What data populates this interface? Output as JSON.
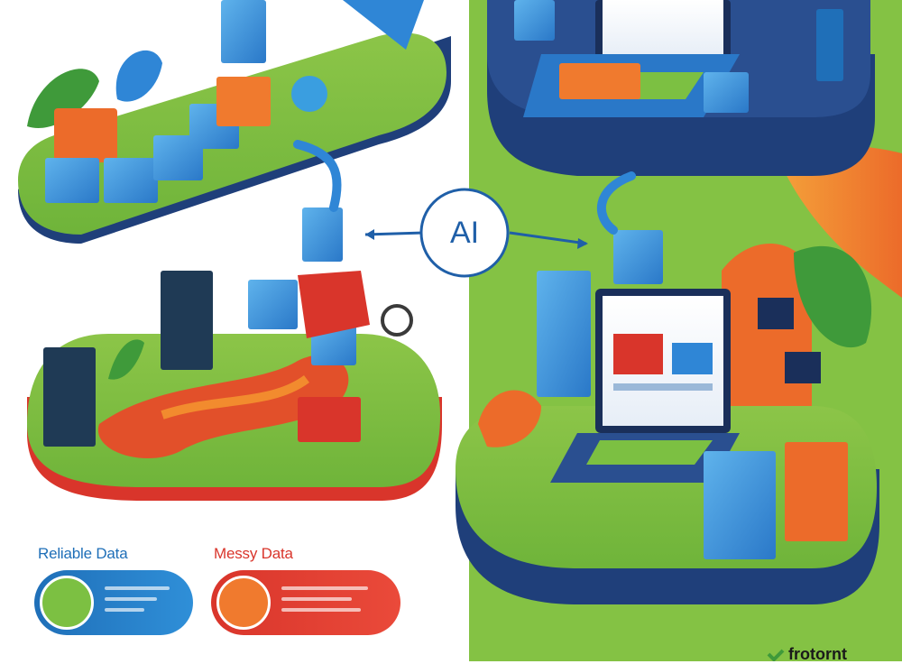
{
  "hub": {
    "label": "AI"
  },
  "legend": {
    "reliable": {
      "label": "Reliable Data",
      "color": "#1f6fb8",
      "icon": "leaf-badge-icon"
    },
    "messy": {
      "label": "Messy Data",
      "color": "#d9352b",
      "icon": "fire-badge-icon"
    }
  },
  "brand": {
    "name": "frotornt",
    "icon": "brand-check-icon"
  },
  "palette": {
    "green": "#7cc042",
    "navy": "#1f3f7a",
    "blue": "#2f86d6",
    "red": "#d9352b",
    "orange": "#f07a2e"
  }
}
